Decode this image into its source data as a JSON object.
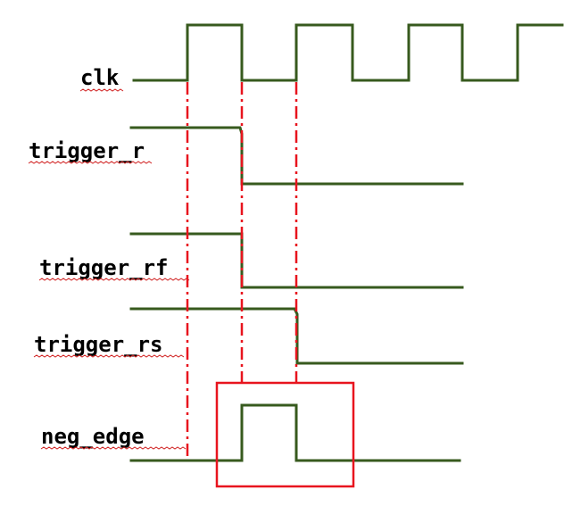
{
  "diagram": {
    "signals": [
      {
        "id": "clk",
        "label": "clk"
      },
      {
        "id": "trigger_r",
        "label": "trigger_r"
      },
      {
        "id": "trigger_rf",
        "label": "trigger_rf"
      },
      {
        "id": "trigger_rs",
        "label": "trigger_rs"
      },
      {
        "id": "neg_edge",
        "label": "neg_edge"
      }
    ],
    "colors": {
      "waveform": "#375a1e",
      "guide_lines": "#e8141e",
      "highlight_box": "#e8141e",
      "label_text": "#000000",
      "spell_underline": "#d02020"
    }
  }
}
